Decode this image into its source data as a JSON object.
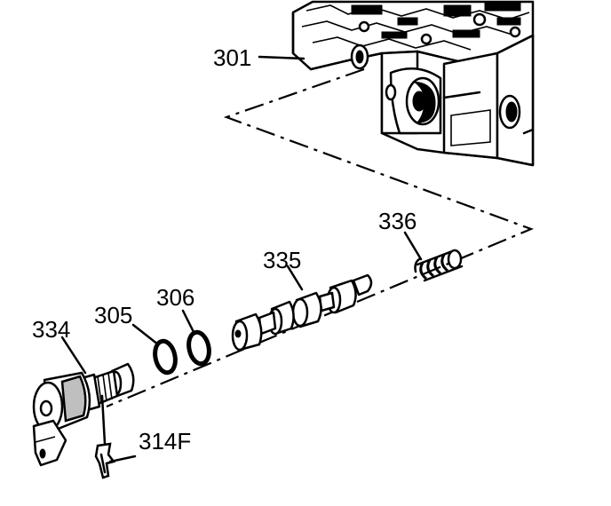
{
  "callouts": {
    "c301": "301",
    "c336": "336",
    "c335": "335",
    "c306": "306",
    "c305": "305",
    "c334": "334",
    "c314f": "314F"
  }
}
